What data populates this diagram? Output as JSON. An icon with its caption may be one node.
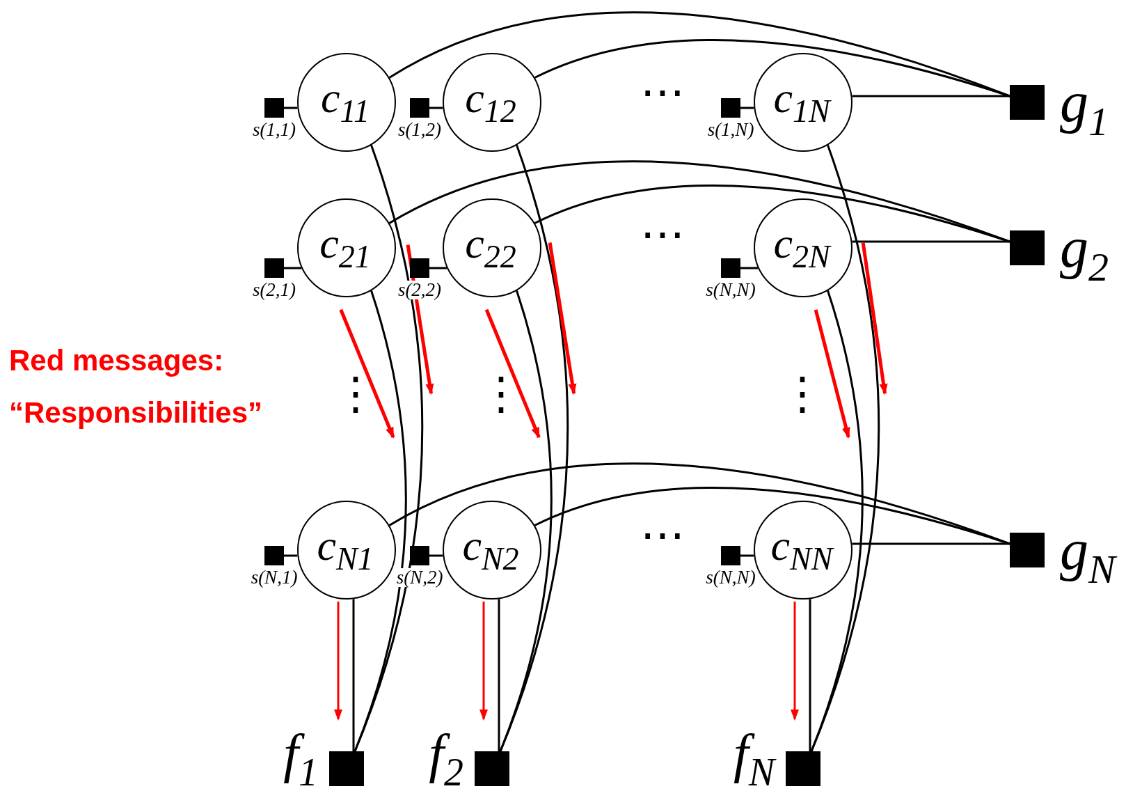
{
  "diagram": {
    "nodes": [
      {
        "text": [],
        "shape": "box",
        "beside": [
          "s(1,1)"
        ]
      },
      {
        "text": [
          "c$_{11}$"
        ]
      },
      {
        "text": [],
        "shape": "box",
        "beside": [
          "s(1,2)"
        ]
      },
      {
        "text": [
          "c$_{12}$"
        ]
      },
      {
        "text": [],
        "shape": "box",
        "beside": [
          "s(1,N)"
        ]
      },
      {
        "text": [
          "c$_{1N}$"
        ]
      },
      {
        "text": [],
        "shape": "box",
        "beside": [
          "g$_{1}$"
        ]
      },
      {
        "text": [],
        "shape": "box",
        "beside": [
          "s(2,1)"
        ]
      },
      {
        "text": [
          "c$_{21}$"
        ]
      },
      {
        "text": [],
        "shape": "box",
        "beside": [
          "s(2,2)"
        ]
      },
      {
        "text": [
          "c$_{22}$"
        ]
      },
      {
        "text": [],
        "shape": "box",
        "beside": [
          "s(N,N)"
        ]
      },
      {
        "text": [
          "c$_{2N}$"
        ]
      },
      {
        "text": [],
        "shape": "box",
        "beside": [
          "g$_{2}$"
        ]
      },
      {
        "text": [],
        "shape": "box",
        "beside": [
          "s(N,1)"
        ]
      },
      {
        "text": [
          "c$_{N1}$"
        ]
      },
      {
        "text": [],
        "shape": "box",
        "beside": [
          "s(N,2)"
        ]
      },
      {
        "text": [
          "c$_{N2}$"
        ]
      },
      {
        "text": [],
        "shape": "box",
        "beside": [
          "s(N,N)"
        ]
      },
      {
        "text": [
          "c$_{NN}$"
        ]
      },
      {
        "text": [],
        "shape": "box",
        "beside": [
          "g$_{N}$"
        ]
      },
      {
        "text": [],
        "shape": "box",
        "beside": [
          "f$_{1}$"
        ]
      },
      {
        "text": [],
        "shape": "box",
        "beside": [
          "f$_{2}$"
        ]
      },
      {
        "text": [],
        "shape": "box",
        "beside": [
          "f$_{N}$"
        ]
      }
    ],
    "edges": [
      {
        "from": 0,
        "to": 1,
        "arrow": "none"
      },
      {
        "from": 2,
        "to": 3,
        "arrow": "none"
      },
      {
        "from": 4,
        "to": 5,
        "arrow": "none"
      },
      {
        "from": 7,
        "to": 8,
        "arrow": "none"
      },
      {
        "from": 9,
        "to": 10,
        "arrow": "none"
      },
      {
        "from": 11,
        "to": 12,
        "arrow": "none"
      },
      {
        "from": 14,
        "to": 15,
        "arrow": "none"
      },
      {
        "from": 16,
        "to": 17,
        "arrow": "none"
      },
      {
        "from": 18,
        "to": 19,
        "arrow": "none"
      },
      {
        "from": 1,
        "to": 6,
        "arrow": "none"
      },
      {
        "from": 3,
        "to": 6,
        "arrow": "none"
      },
      {
        "from": 5,
        "to": 6,
        "arrow": "none"
      },
      {
        "from": 8,
        "to": 13,
        "arrow": "none"
      },
      {
        "from": 10,
        "to": 13,
        "arrow": "none"
      },
      {
        "from": 12,
        "to": 13,
        "arrow": "none"
      },
      {
        "from": 15,
        "to": 20,
        "arrow": "none"
      },
      {
        "from": 17,
        "to": 20,
        "arrow": "none"
      },
      {
        "from": 19,
        "to": 20,
        "arrow": "none"
      },
      {
        "from": 1,
        "to": 21,
        "arrow": "none"
      },
      {
        "from": 8,
        "to": 21,
        "arrow": "none"
      },
      {
        "from": 15,
        "to": 21,
        "arrow": "none"
      },
      {
        "from": 3,
        "to": 22,
        "arrow": "none"
      },
      {
        "from": 10,
        "to": 22,
        "arrow": "none"
      },
      {
        "from": 17,
        "to": 22,
        "arrow": "none"
      },
      {
        "from": 5,
        "to": 23,
        "arrow": "none"
      },
      {
        "from": 12,
        "to": 23,
        "arrow": "none"
      },
      {
        "from": 19,
        "to": 23,
        "arrow": "none"
      },
      {
        "from": 15,
        "to": 21,
        "arrow": "to",
        "color": "#ff0000"
      },
      {
        "from": 17,
        "to": 22,
        "arrow": "to",
        "color": "#ff0000"
      },
      {
        "from": 19,
        "to": 23,
        "arrow": "to",
        "color": "#ff0000"
      }
    ],
    "labels": [
      "⋯",
      "⋯",
      "Red messages:",
      "“Responsibilities”",
      "⋮",
      "⋮",
      "⋮",
      "⋯"
    ]
  }
}
